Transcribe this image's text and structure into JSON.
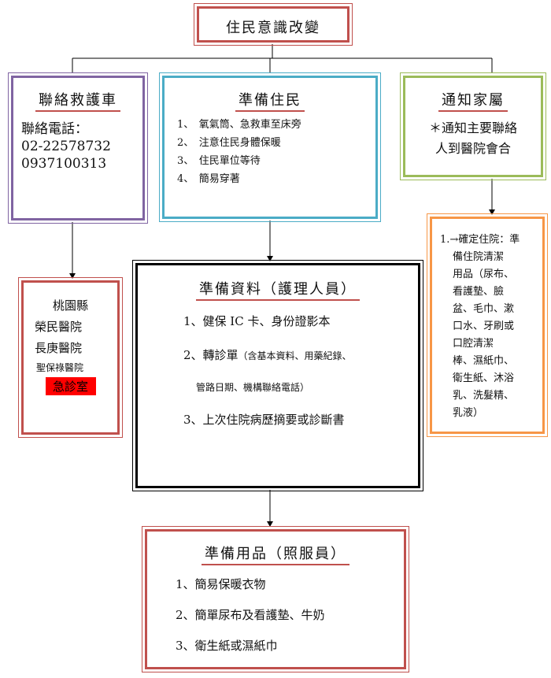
{
  "top": {
    "title": "住民意識改變"
  },
  "contact": {
    "title": "聯絡救護車",
    "phone_label": "聯絡電話：",
    "phone1": "02-22578732",
    "phone2": "0937100313"
  },
  "prepare_resident": {
    "title": "準備住民",
    "items": [
      "1、　氧氣筒、急救車至床旁",
      "2、　注意住民身體保暖",
      "3、　住民單位等待",
      "4、　簡易穿著"
    ]
  },
  "notify_family": {
    "title": "通知家屬",
    "line1": "＊通知主要聯絡",
    "line2": "人到醫院會合"
  },
  "hospitals": {
    "items": [
      "桃園縣",
      "榮民醫院",
      "長庚醫院",
      "聖保祿醫院"
    ],
    "er": "急診室"
  },
  "documents": {
    "title": "準備資料（護理人員）",
    "item1": "1、健保 IC 卡、身份證影本",
    "item2a": "2、轉診單",
    "item2b": "（含基本資料、用藥紀錄、",
    "item2c": "管路日期、機構聯絡電話）",
    "item3": "3、上次住院病歷摘要或診斷書"
  },
  "admission": {
    "lines": [
      "1.→確定住院：準",
      "備住院清潔",
      "用品（尿布、",
      "看護墊、臉",
      "盆、毛巾、漱",
      "口水、牙刷或",
      "口腔清潔",
      "棒、濕紙巾、",
      "衛生紙、沐浴",
      "乳、洗髮精、",
      "乳液）"
    ]
  },
  "supplies": {
    "title": "準備用品（照服員）",
    "item1": "1、簡易保暖衣物",
    "item2": "2、簡單尿布及看護墊、牛奶",
    "item3": "3、衛生紙或濕紙巾"
  },
  "colors": {
    "red": "#c0504d",
    "purple": "#8064a2",
    "cyan": "#4bacc6",
    "green": "#9bbb59",
    "orange": "#f79646",
    "er_bg": "#ff0000"
  }
}
